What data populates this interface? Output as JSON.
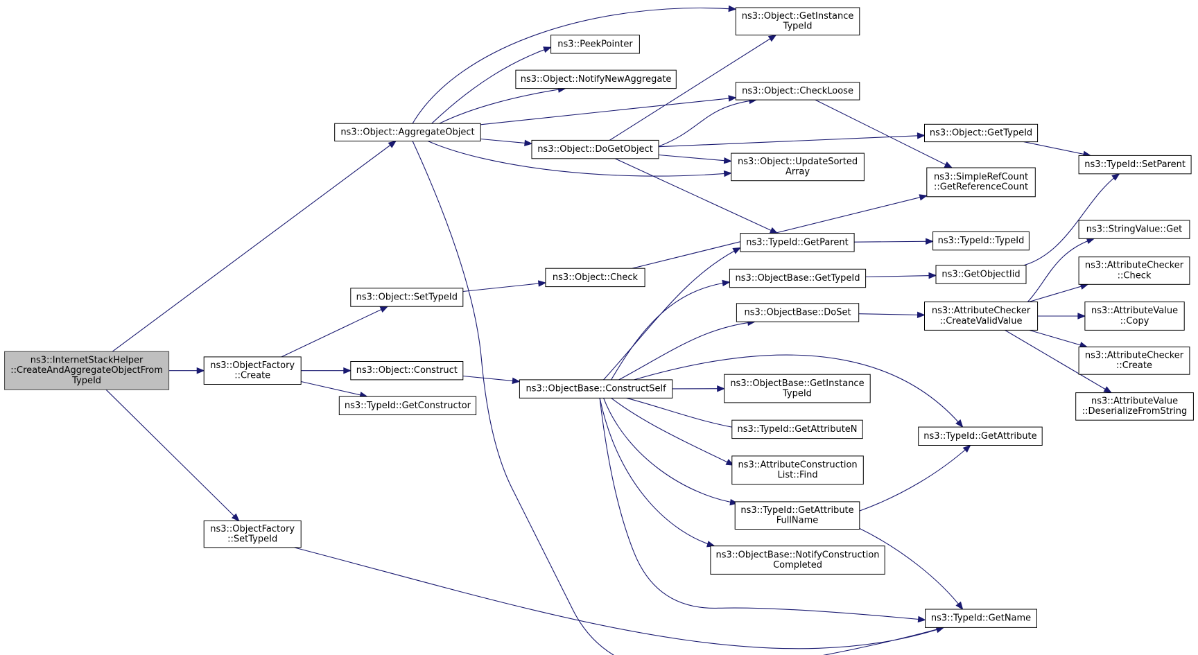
{
  "nodes": [
    {
      "id": "root",
      "lines": [
        "ns3::InternetStackHelper",
        "::CreateAndAggregateObjectFrom",
        "TypeId"
      ],
      "root": true
    },
    {
      "id": "aggregate",
      "lines": [
        "ns3::Object::AggregateObject"
      ]
    },
    {
      "id": "of_create",
      "lines": [
        "ns3::ObjectFactory",
        "::Create"
      ]
    },
    {
      "id": "of_settypeid",
      "lines": [
        "ns3::ObjectFactory",
        "::SetTypeId"
      ]
    },
    {
      "id": "get_instance_typeid",
      "lines": [
        "ns3::Object::GetInstance",
        "TypeId"
      ]
    },
    {
      "id": "peek_pointer",
      "lines": [
        "ns3::PeekPointer"
      ]
    },
    {
      "id": "notify_new_aggregate",
      "lines": [
        "ns3::Object::NotifyNewAggregate"
      ]
    },
    {
      "id": "check_loose",
      "lines": [
        "ns3::Object::CheckLoose"
      ]
    },
    {
      "id": "do_get_object",
      "lines": [
        "ns3::Object::DoGetObject"
      ]
    },
    {
      "id": "update_sorted",
      "lines": [
        "ns3::Object::UpdateSorted",
        "Array"
      ]
    },
    {
      "id": "obj_get_typeid",
      "lines": [
        "ns3::Object::GetTypeId"
      ]
    },
    {
      "id": "tid_set_parent",
      "lines": [
        "ns3::TypeId::SetParent"
      ]
    },
    {
      "id": "get_ref_count",
      "lines": [
        "ns3::SimpleRefCount",
        "::GetReferenceCount"
      ]
    },
    {
      "id": "obj_set_typeid",
      "lines": [
        "ns3::Object::SetTypeId"
      ]
    },
    {
      "id": "obj_check",
      "lines": [
        "ns3::Object::Check"
      ]
    },
    {
      "id": "obj_construct",
      "lines": [
        "ns3::Object::Construct"
      ]
    },
    {
      "id": "tid_get_constructor",
      "lines": [
        "ns3::TypeId::GetConstructor"
      ]
    },
    {
      "id": "construct_self",
      "lines": [
        "ns3::ObjectBase::ConstructSelf"
      ]
    },
    {
      "id": "tid_get_parent",
      "lines": [
        "ns3::TypeId::GetParent"
      ]
    },
    {
      "id": "tid_typeid",
      "lines": [
        "ns3::TypeId::TypeId"
      ]
    },
    {
      "id": "ob_get_typeid",
      "lines": [
        "ns3::ObjectBase::GetTypeId"
      ]
    },
    {
      "id": "get_object_iid",
      "lines": [
        "ns3::GetObjectIid"
      ]
    },
    {
      "id": "string_value_get",
      "lines": [
        "ns3::StringValue::Get"
      ]
    },
    {
      "id": "ob_doset",
      "lines": [
        "ns3::ObjectBase::DoSet"
      ]
    },
    {
      "id": "ac_create_valid",
      "lines": [
        "ns3::AttributeChecker",
        "::CreateValidValue"
      ]
    },
    {
      "id": "ac_check",
      "lines": [
        "ns3::AttributeChecker",
        "::Check"
      ]
    },
    {
      "id": "av_copy",
      "lines": [
        "ns3::AttributeValue",
        "::Copy"
      ]
    },
    {
      "id": "ac_create",
      "lines": [
        "ns3::AttributeChecker",
        "::Create"
      ]
    },
    {
      "id": "av_deserialize",
      "lines": [
        "ns3::AttributeValue",
        "::DeserializeFromString"
      ]
    },
    {
      "id": "ob_get_instance_typeid",
      "lines": [
        "ns3::ObjectBase::GetInstance",
        "TypeId"
      ]
    },
    {
      "id": "tid_get_attribute_n",
      "lines": [
        "ns3::TypeId::GetAttributeN"
      ]
    },
    {
      "id": "tid_get_attribute",
      "lines": [
        "ns3::TypeId::GetAttribute"
      ]
    },
    {
      "id": "acl_find",
      "lines": [
        "ns3::AttributeConstruction",
        "List::Find"
      ]
    },
    {
      "id": "tid_get_attr_fullname",
      "lines": [
        "ns3::TypeId::GetAttribute",
        "FullName"
      ]
    },
    {
      "id": "ob_notify_construction",
      "lines": [
        "ns3::ObjectBase::NotifyConstruction",
        "Completed"
      ]
    },
    {
      "id": "tid_get_name",
      "lines": [
        "ns3::TypeId::GetName"
      ]
    }
  ],
  "edges": [
    [
      "root",
      "aggregate"
    ],
    [
      "root",
      "of_create"
    ],
    [
      "root",
      "of_settypeid"
    ],
    [
      "aggregate",
      "get_instance_typeid"
    ],
    [
      "aggregate",
      "peek_pointer"
    ],
    [
      "aggregate",
      "notify_new_aggregate"
    ],
    [
      "aggregate",
      "check_loose"
    ],
    [
      "aggregate",
      "do_get_object"
    ],
    [
      "aggregate",
      "update_sorted"
    ],
    [
      "aggregate",
      "tid_get_name"
    ],
    [
      "do_get_object",
      "get_instance_typeid"
    ],
    [
      "do_get_object",
      "check_loose"
    ],
    [
      "do_get_object",
      "obj_get_typeid"
    ],
    [
      "do_get_object",
      "update_sorted"
    ],
    [
      "do_get_object",
      "tid_get_parent"
    ],
    [
      "check_loose",
      "get_ref_count"
    ],
    [
      "obj_get_typeid",
      "tid_set_parent"
    ],
    [
      "of_create",
      "obj_set_typeid"
    ],
    [
      "of_create",
      "obj_construct"
    ],
    [
      "of_create",
      "tid_get_constructor"
    ],
    [
      "obj_set_typeid",
      "obj_check"
    ],
    [
      "obj_check",
      "get_ref_count"
    ],
    [
      "obj_construct",
      "construct_self"
    ],
    [
      "construct_self",
      "tid_get_parent"
    ],
    [
      "construct_self",
      "ob_get_typeid"
    ],
    [
      "construct_self",
      "ob_doset"
    ],
    [
      "construct_self",
      "tid_get_attribute"
    ],
    [
      "construct_self",
      "ob_get_instance_typeid"
    ],
    [
      "construct_self",
      "tid_get_attribute_n"
    ],
    [
      "construct_self",
      "acl_find"
    ],
    [
      "construct_self",
      "tid_get_attr_fullname"
    ],
    [
      "construct_self",
      "ob_notify_construction"
    ],
    [
      "construct_self",
      "tid_get_name"
    ],
    [
      "tid_get_parent",
      "tid_typeid"
    ],
    [
      "ob_get_typeid",
      "get_object_iid"
    ],
    [
      "get_object_iid",
      "tid_set_parent"
    ],
    [
      "ob_doset",
      "ac_create_valid"
    ],
    [
      "ac_create_valid",
      "string_value_get"
    ],
    [
      "ac_create_valid",
      "ac_check"
    ],
    [
      "ac_create_valid",
      "av_copy"
    ],
    [
      "ac_create_valid",
      "ac_create"
    ],
    [
      "ac_create_valid",
      "av_deserialize"
    ],
    [
      "tid_get_attr_fullname",
      "tid_get_attribute"
    ],
    [
      "tid_get_attr_fullname",
      "tid_get_name"
    ],
    [
      "of_settypeid",
      "tid_get_name"
    ]
  ]
}
